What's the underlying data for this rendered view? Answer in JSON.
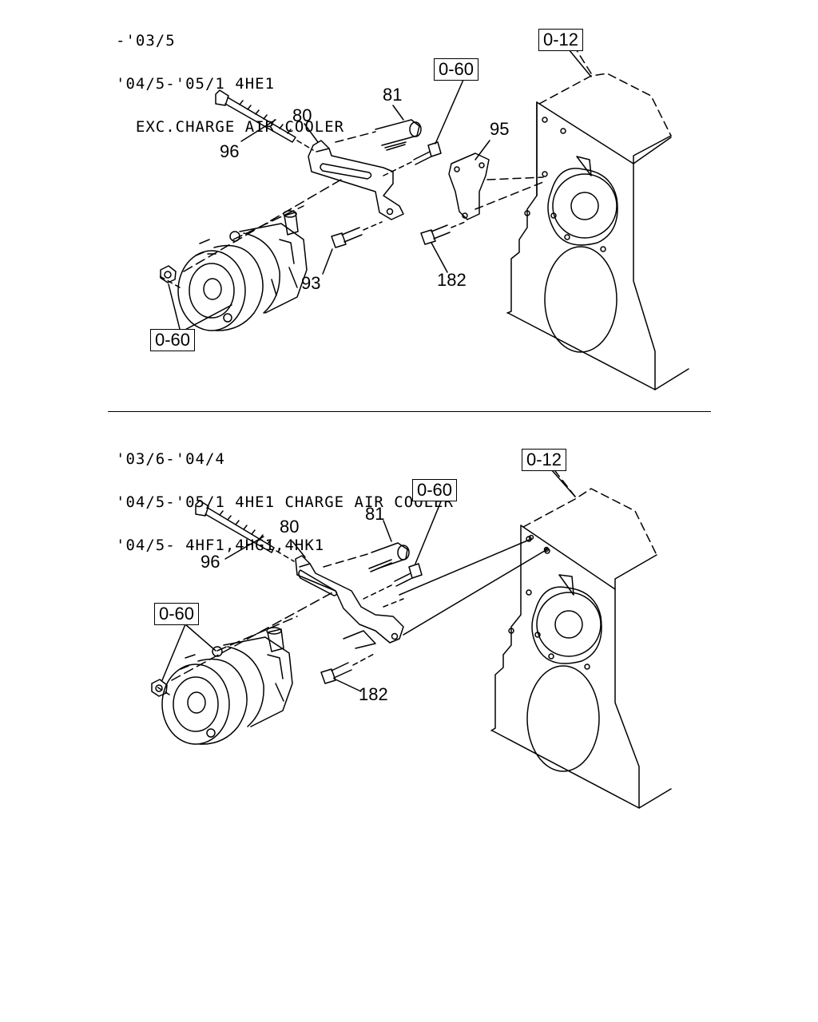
{
  "section1": {
    "header_lines": [
      "-'03/5",
      "'04/5-'05/1 4HE1",
      "  EXC.CHARGE AIR COOLER"
    ],
    "refs": {
      "engine": "0-12",
      "bolt_group": "0-60",
      "alternator": "0-60"
    },
    "labels": {
      "p81": "81",
      "p80": "80",
      "p96": "96",
      "p95": "95",
      "p93": "93",
      "p182": "182"
    }
  },
  "section2": {
    "header_lines": [
      "'03/6-'04/4",
      "'04/5-'05/1 4HE1 CHARGE AIR COOLER",
      "'04/5- 4HF1,4HG1,4HK1"
    ],
    "refs": {
      "engine": "0-12",
      "bolt_group": "0-60",
      "alternator": "0-60"
    },
    "labels": {
      "p81": "81",
      "p80": "80",
      "p96": "96",
      "p182": "182"
    }
  }
}
